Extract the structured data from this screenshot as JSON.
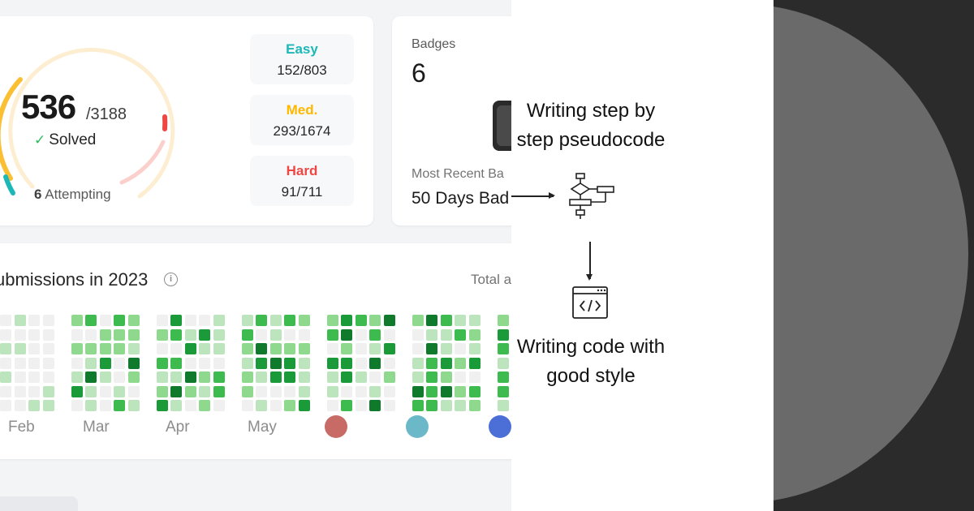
{
  "solved": {
    "count": "536",
    "total": "/3188",
    "label": "Solved",
    "attempting_count": "6",
    "attempting_label": "Attempting"
  },
  "difficulty": [
    {
      "name": "Easy",
      "value": "152/803",
      "color": "#1cb8b8"
    },
    {
      "name": "Med.",
      "value": "293/1674",
      "color": "#ffb800"
    },
    {
      "name": "Hard",
      "value": "91/711",
      "color": "#ef4743"
    }
  ],
  "badges": {
    "label": "Badges",
    "count": "6",
    "recent_label": "Most Recent Ba",
    "recent_value": "50 Days Bad"
  },
  "submissions": {
    "title": "ubmissions in 2023",
    "total_label": "Total a",
    "months": [
      "Feb",
      "Mar",
      "Apr",
      "May"
    ],
    "heat_colors": [
      "#f0f0f0",
      "#bde5bd",
      "#8fd98f",
      "#3dbb4f",
      "#1b9a3a",
      "#0f7a2c"
    ],
    "medal_colors": [
      "#c86a66",
      "#6bb8c8",
      "#4b6fd6"
    ]
  },
  "flow": {
    "step1": "Writing step by step pseudocode",
    "step2": "Writing code with good style",
    "flow_icon": "flowchart-icon",
    "code_icon": "code-window-icon"
  }
}
